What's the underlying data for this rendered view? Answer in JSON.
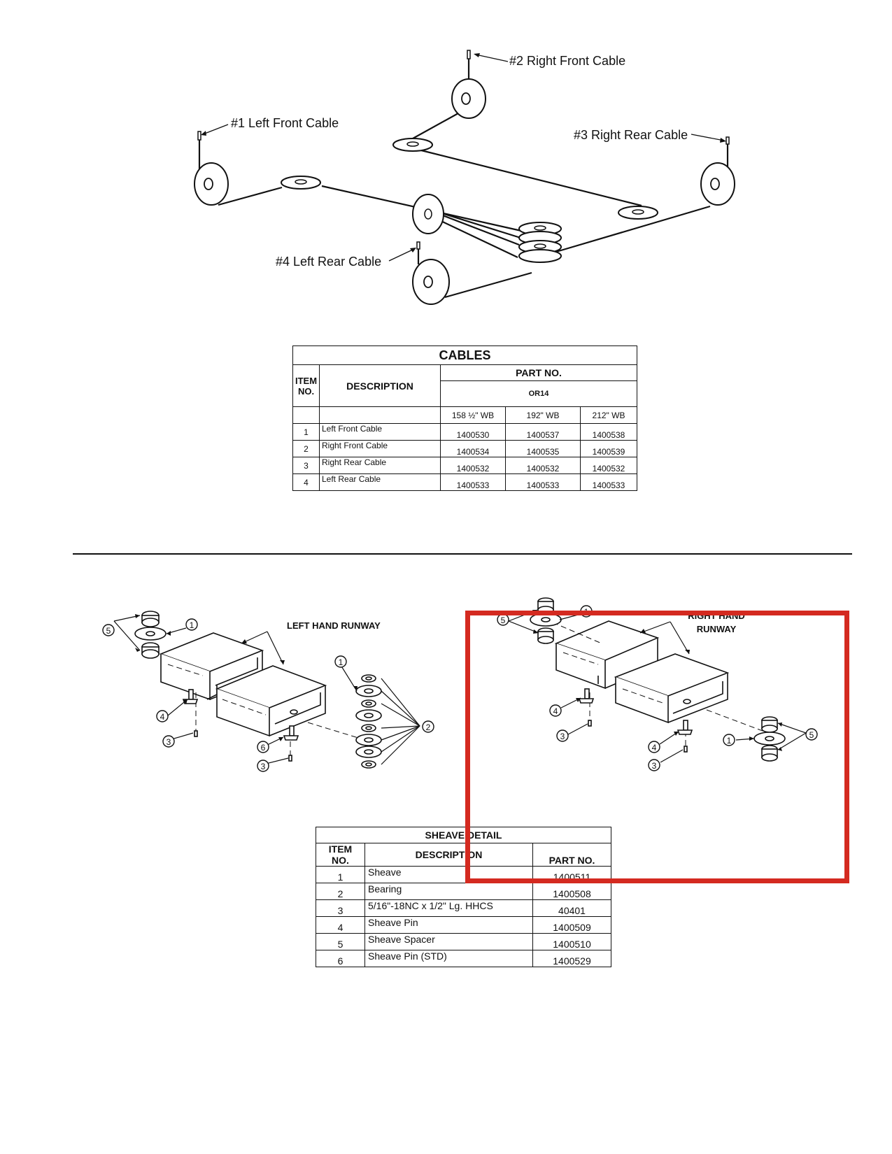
{
  "cable_diagram": {
    "callouts": {
      "right_front": "#2 Right Front Cable",
      "left_front": "#1 Left Front Cable",
      "right_rear": "#3 Right Rear Cable",
      "left_rear": "#4 Left Rear Cable"
    }
  },
  "cables_table": {
    "title": "CABLES",
    "col_item": "ITEM NO.",
    "col_desc": "DESCRIPTION",
    "col_part": "PART NO.",
    "model": "OR14",
    "wb_headers": [
      "158 ½\" WB",
      "192\" WB",
      "212\" WB"
    ],
    "rows": [
      {
        "item": "1",
        "desc": "Left Front Cable",
        "p1": "1400530",
        "p2": "1400537",
        "p3": "1400538"
      },
      {
        "item": "2",
        "desc": "Right Front Cable",
        "p1": "1400534",
        "p2": "1400535",
        "p3": "1400539"
      },
      {
        "item": "3",
        "desc": "Right Rear Cable",
        "p1": "1400532",
        "p2": "1400532",
        "p3": "1400532"
      },
      {
        "item": "4",
        "desc": "Left Rear Cable",
        "p1": "1400533",
        "p2": "1400533",
        "p3": "1400533"
      }
    ]
  },
  "runway_diagram": {
    "left_label": "LEFT HAND RUNWAY",
    "right_label_line1": "RIGHT HAND",
    "right_label_line2": "RUNWAY",
    "balloons": [
      "1",
      "2",
      "3",
      "4",
      "5",
      "6"
    ]
  },
  "sheave_table": {
    "title": "SHEAVE DETAIL",
    "col_item": "ITEM NO.",
    "col_desc": "DESCRIPTION",
    "col_part": "PART NO.",
    "rows": [
      {
        "item": "1",
        "desc": "Sheave",
        "part": "1400511"
      },
      {
        "item": "2",
        "desc": "Bearing",
        "part": "1400508"
      },
      {
        "item": "3",
        "desc": "5/16\"-18NC x 1/2\" Lg. HHCS",
        "part": "40401"
      },
      {
        "item": "4",
        "desc": "Sheave Pin",
        "part": "1400509"
      },
      {
        "item": "5",
        "desc": "Sheave Spacer",
        "part": "1400510"
      },
      {
        "item": "6",
        "desc": "Sheave Pin (STD)",
        "part": "1400529"
      }
    ]
  },
  "colors": {
    "ink": "#111111",
    "highlight": "#d42a20"
  }
}
